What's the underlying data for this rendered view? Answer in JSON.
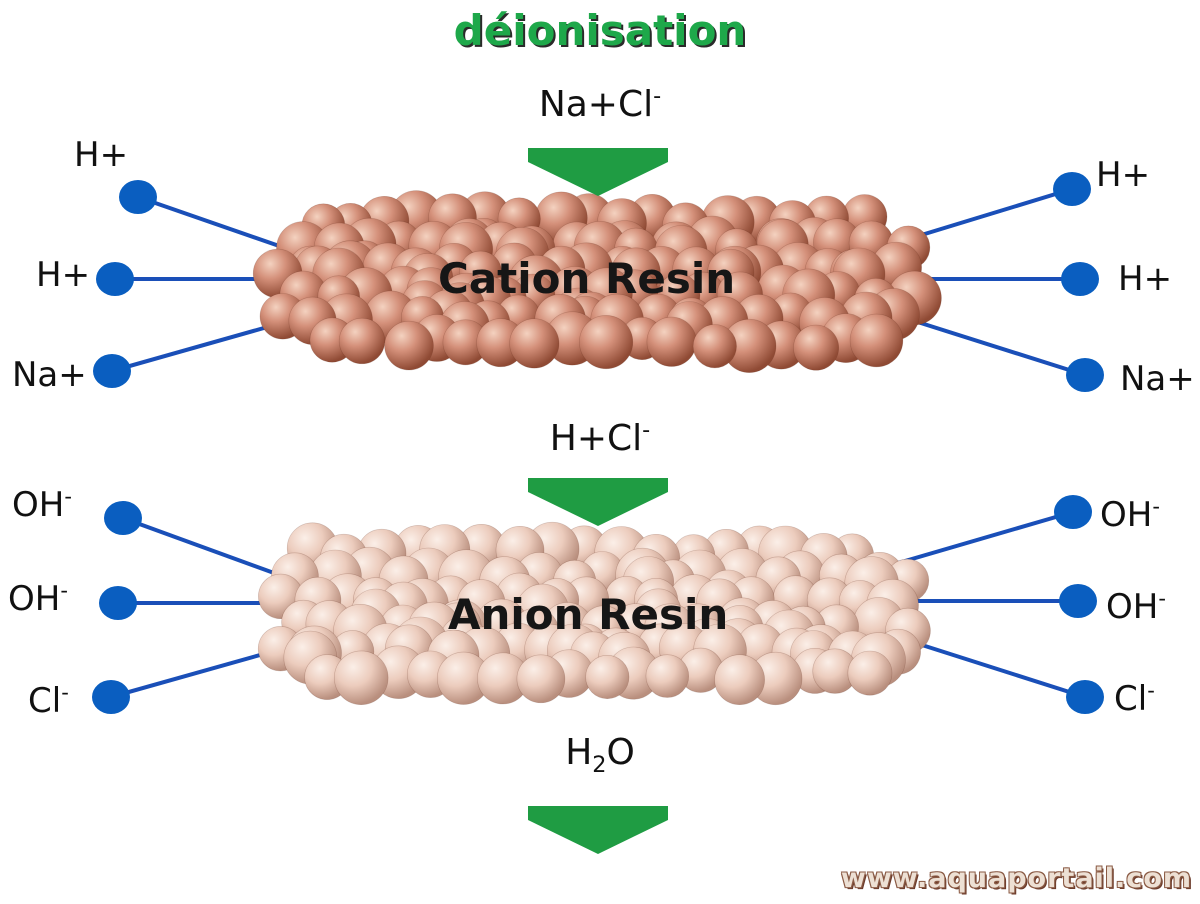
{
  "title": "déionisation",
  "inputs": {
    "top": {
      "main": "Na+Cl",
      "charge": "-"
    },
    "middle": {
      "main": "H+Cl",
      "charge": "-"
    },
    "bottom": {
      "h": "H",
      "sub": "2",
      "o": "O"
    }
  },
  "cation_resin": {
    "label": "Cation Resin",
    "bead_color": "#c9866b",
    "left_ions": [
      {
        "symbol": "H",
        "charge": "+"
      },
      {
        "symbol": "H",
        "charge": "+"
      },
      {
        "symbol": "Na",
        "charge": "+"
      }
    ],
    "right_ions": [
      {
        "symbol": "H",
        "charge": "+"
      },
      {
        "symbol": "H",
        "charge": "+"
      },
      {
        "symbol": "Na",
        "charge": "+"
      }
    ]
  },
  "anion_resin": {
    "label": "Anion Resin",
    "bead_color": "#e8c4b2",
    "left_ions": [
      {
        "symbol": "OH",
        "charge": "-"
      },
      {
        "symbol": "OH",
        "charge": "-"
      },
      {
        "symbol": "Cl",
        "charge": "-"
      }
    ],
    "right_ions": [
      {
        "symbol": "OH",
        "charge": "-"
      },
      {
        "symbol": "OH",
        "charge": "-"
      },
      {
        "symbol": "Cl",
        "charge": "-"
      }
    ]
  },
  "colors": {
    "arrow": "#1f9c43",
    "ion_dot": "#0a5ec0",
    "ion_line": "#1a4fb8",
    "title": "#1ea84a"
  },
  "watermark": "www.aquaportail.com"
}
